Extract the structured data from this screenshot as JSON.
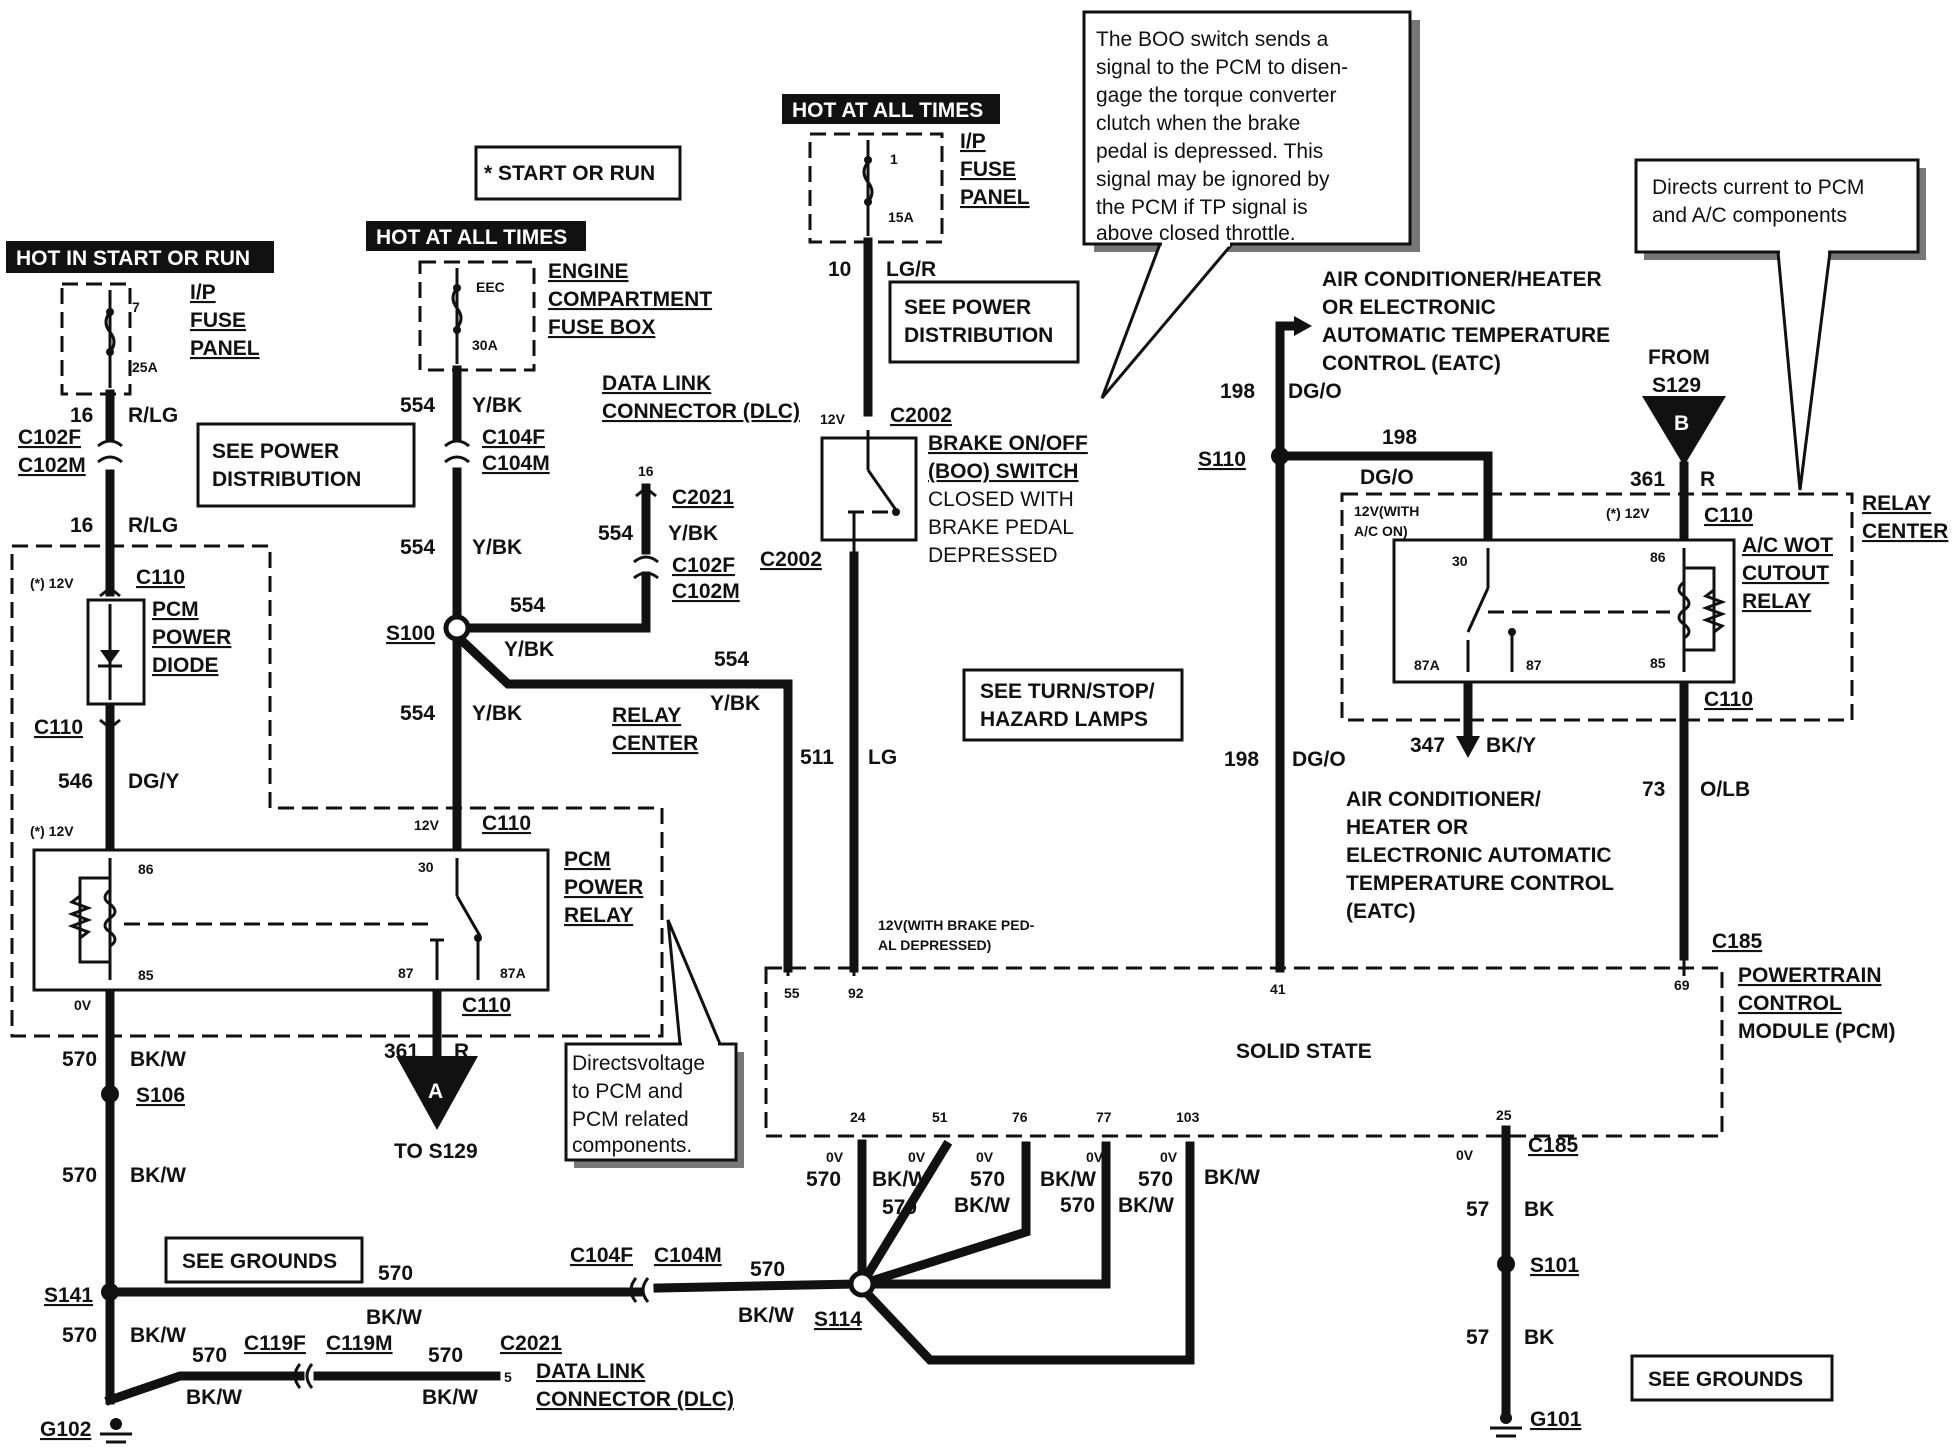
{
  "hot_labels": {
    "start_run": "HOT IN START OR RUN",
    "all_times_1": "HOT AT ALL TIMES",
    "all_times_2": "HOT AT ALL TIMES"
  },
  "start_or_run_note": "* START OR RUN",
  "fuses": {
    "f7": {
      "num": "7",
      "amp": "25A",
      "panel": [
        "I/P",
        "FUSE",
        "PANEL"
      ]
    },
    "eec": {
      "num": "EEC",
      "amp": "30A",
      "panel": [
        "ENGINE",
        "COMPARTMENT",
        "FUSE BOX"
      ]
    },
    "f1": {
      "num": "1",
      "amp": "15A",
      "panel": [
        "I/P",
        "FUSE",
        "PANEL"
      ]
    }
  },
  "see_boxes": {
    "power_dist_1": [
      "SEE POWER",
      "DISTRIBUTION"
    ],
    "power_dist_2": [
      "SEE POWER",
      "DISTRIBUTION"
    ],
    "turn_stop": [
      "SEE TURN/STOP/",
      "HAZARD LAMPS"
    ],
    "grounds_1": "SEE GROUNDS",
    "grounds_2": "SEE GROUNDS"
  },
  "callouts": {
    "boo": [
      "The BOO switch sends a",
      "signal to the PCM to disen-",
      "gage the torque converter",
      "clutch  when  the  brake",
      "pedal is depressed. This",
      "signal may be ignored by",
      "the  PCM  if  TP  signal  is",
      "above closed throttle."
    ],
    "relay_directs": [
      "Directs current to PCM",
      "and A/C components"
    ],
    "pcm_directs": [
      "Directsvoltage",
      "to  PCM  and",
      "PCM  related",
      "components."
    ]
  },
  "components": {
    "pcm_diode": [
      "PCM",
      "POWER",
      "DIODE"
    ],
    "pcm_relay": [
      "PCM",
      "POWER",
      "RELAY"
    ],
    "dlc_top": [
      "DATA LINK",
      "CONNECTOR (DLC)"
    ],
    "dlc_bottom": [
      "DATA LINK",
      "CONNECTOR (DLC)"
    ],
    "boo_switch": [
      "BRAKE ON/OFF",
      "(BOO) SWITCH",
      "CLOSED WITH",
      "BRAKE PEDAL",
      "DEPRESSED"
    ],
    "relay_center_1": [
      "RELAY",
      "CENTER"
    ],
    "relay_center_2": [
      "RELAY",
      "CENTER"
    ],
    "ac_wot": [
      "A/C WOT",
      "CUTOUT",
      "RELAY"
    ],
    "ac_heater_top": [
      "AIR CONDITIONER/HEATER",
      "OR ELECTRONIC",
      "AUTOMATIC TEMPERATURE",
      "CONTROL (EATC)"
    ],
    "ac_heater_bottom": [
      "AIR CONDITIONER/",
      "HEATER  OR",
      "ELECTRONIC AUTOMATIC",
      "TEMPERATURE CONTROL",
      "(EATC)"
    ],
    "pcm_module": [
      "POWERTRAIN",
      "CONTROL",
      "MODULE (PCM)"
    ],
    "solid_state": "SOLID STATE",
    "from_s129": [
      "FROM",
      "S129"
    ],
    "to_s129": "TO S129",
    "brake_12v_note": [
      "12V(WITH BRAKE PED-",
      "AL DEPRESSED)"
    ],
    "ac_12v_note": [
      "12V(WITH",
      "A/C ON)"
    ]
  },
  "connectors": {
    "c102f": "C102F",
    "c102m": "C102M",
    "c110": "C110",
    "c104f": "C104F",
    "c104m": "C104M",
    "c2021": "C2021",
    "c2002": "C2002",
    "c185": "C185",
    "c119f": "C119F",
    "c119m": "C119M"
  },
  "splices": {
    "s100": "S100",
    "s106": "S106",
    "s141": "S141",
    "s114": "S114",
    "s110": "S110",
    "s101": "S101",
    "g102": "G102",
    "g101": "G101"
  },
  "markers": {
    "a": "A",
    "b": "B"
  },
  "wire_labels": {
    "w16": "16",
    "rlg": "R/LG",
    "w554": "554",
    "ybk": "Y/BK",
    "w546": "546",
    "dgy": "DG/Y",
    "w570": "570",
    "bkw": "BK/W",
    "w361": "361",
    "r": "R",
    "w10": "10",
    "lgr": "LG/R",
    "w511": "511",
    "lg": "LG",
    "w198": "198",
    "dgo": "DG/O",
    "w347": "347",
    "bky": "BK/Y",
    "w73": "73",
    "olb": "O/LB",
    "w57": "57",
    "bk": "BK"
  },
  "voltages": {
    "v12": "12V",
    "v12s": "(*) 12V",
    "v0": "0V"
  },
  "pins": {
    "p86": "86",
    "p30": "30",
    "p85": "85",
    "p87": "87",
    "p87a": "87A",
    "p55": "55",
    "p92": "92",
    "p41": "41",
    "p69": "69",
    "p24": "24",
    "p51": "51",
    "p76": "76",
    "p77": "77",
    "p103": "103",
    "p25": "25",
    "p16": "16",
    "p5": "5"
  }
}
